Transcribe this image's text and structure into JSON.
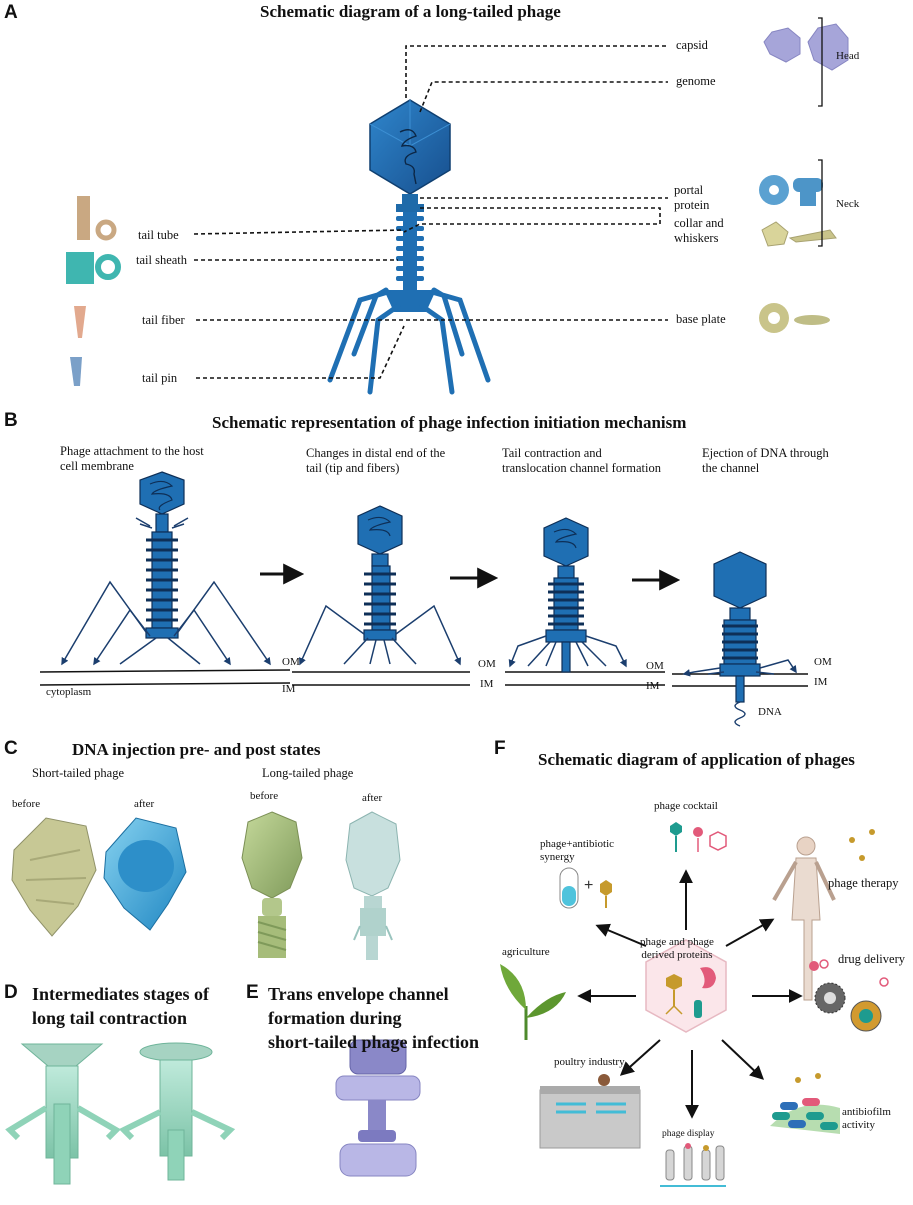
{
  "panels": {
    "a": {
      "letter": "A",
      "title": "Schematic diagram of a long-tailed phage",
      "labels": {
        "capsid": "capsid",
        "genome": "genome",
        "head": "Head",
        "portal": "portal\nprotein",
        "collar": "collar and\nwhiskers",
        "neck": "Neck",
        "base_plate": "base plate",
        "tail_tube": "tail tube",
        "tail_sheath": "tail sheath",
        "tail_fiber": "tail fiber",
        "tail_pin": "tail pin"
      }
    },
    "b": {
      "letter": "B",
      "title": "Schematic representation of phage infection initiation mechanism",
      "steps": [
        "Phage attachment to the host\ncell membrane",
        "Changes in distal end of the\ntail (tip and fibers)",
        "Tail contraction and\ntranslocation channel formation",
        "Ejection of DNA through\nthe channel"
      ],
      "om": "OM",
      "im": "IM",
      "cytoplasm": "cytoplasm",
      "dna": "DNA"
    },
    "c": {
      "letter": "C",
      "title": "DNA injection pre- and post states",
      "short_tailed": "Short-tailed phage",
      "long_tailed": "Long-tailed phage",
      "before": "before",
      "after": "after"
    },
    "d": {
      "letter": "D",
      "title": "Intermediates stages of\nlong tail contraction"
    },
    "e": {
      "letter": "E",
      "title": "Trans envelope channel\nformation during\nshort-tailed phage infection"
    },
    "f": {
      "letter": "F",
      "title": "Schematic diagram of application of phages",
      "center": "phage and phage\nderived proteins",
      "apps": {
        "cocktail": "phage cocktail",
        "synergy": "phage+antibiotic\nsynergy",
        "therapy": "phage therapy",
        "agriculture": "agriculture",
        "drug_delivery": "drug delivery",
        "poultry": "poultry industry",
        "display": "phage display",
        "antibiofilm": "antibiofilm\nactivity"
      }
    }
  },
  "colors": {
    "phage_blue": "#1f6fb3",
    "dark_navy": "#1b3e6e",
    "protein_beige": "#c9c890",
    "protein_teal": "#3fb6b0",
    "em_green": "#a9c085",
    "em_cyan": "#3fa9d8",
    "mint": "#8fd3b8",
    "lavender": "#9a99d6"
  }
}
